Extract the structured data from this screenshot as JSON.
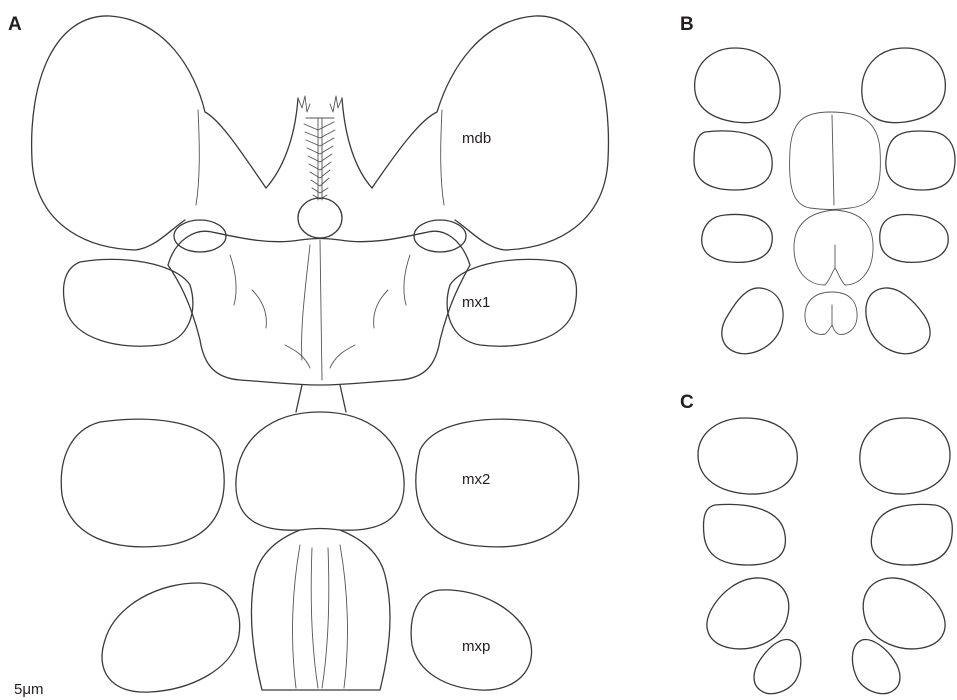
{
  "panels": {
    "a": "A",
    "b": "B",
    "c": "C"
  },
  "labels": {
    "mdb": "mdb",
    "mx1": "mx1",
    "mx2": "mx2",
    "mxp": "mxp"
  },
  "scale_bar": "5μm",
  "colors": {
    "line": "#3a3a3a",
    "text": "#231f20",
    "background": "#ffffff"
  }
}
